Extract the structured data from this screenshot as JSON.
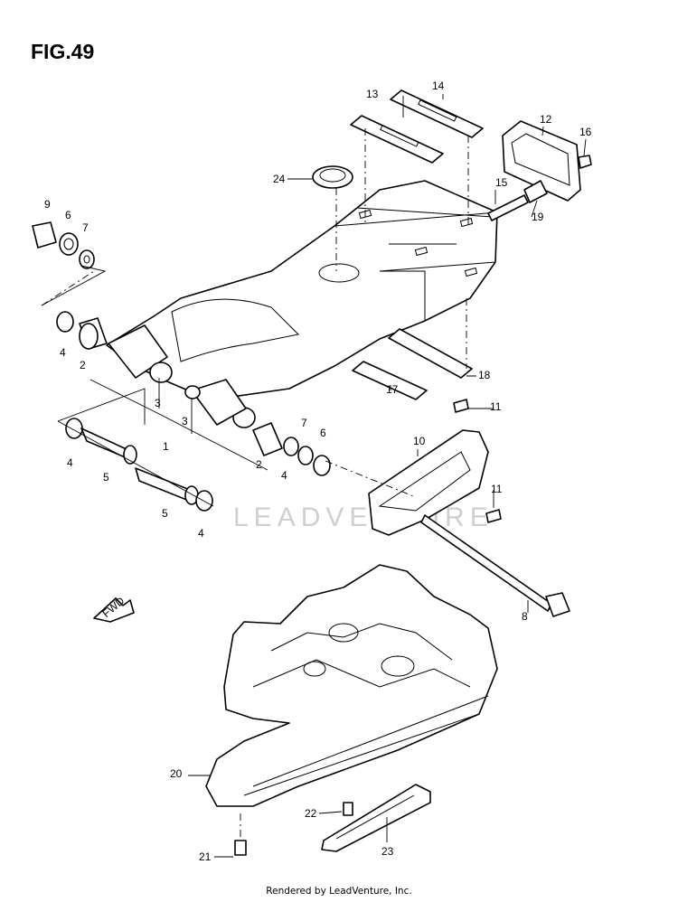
{
  "figure": {
    "title": "FIG.49"
  },
  "footer": {
    "text": "Rendered by LeadVenture, Inc."
  },
  "watermark": {
    "text": "LEADVENTURE"
  },
  "fwd_arrow": {
    "label": "FWD"
  },
  "callouts": [
    "1",
    "2",
    "2",
    "3",
    "3",
    "4",
    "4",
    "4",
    "4",
    "5",
    "5",
    "6",
    "6",
    "7",
    "7",
    "8",
    "9",
    "10",
    "11",
    "11",
    "12",
    "13",
    "14",
    "15",
    "16",
    "17",
    "18",
    "19",
    "20",
    "21",
    "22",
    "23",
    "24"
  ]
}
